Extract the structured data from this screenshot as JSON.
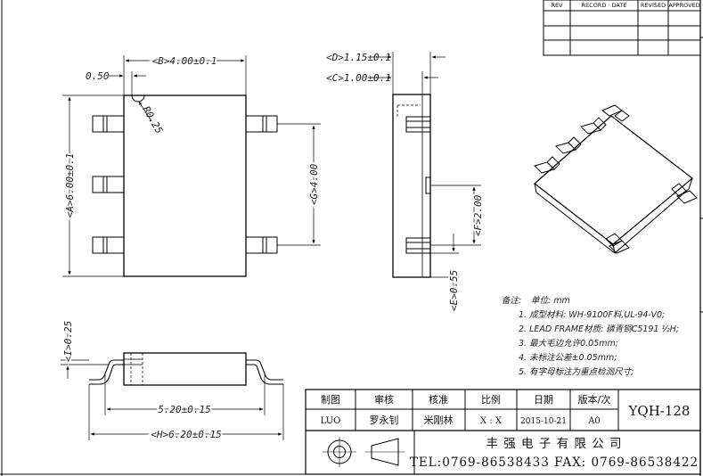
{
  "revision_table": {
    "headers": [
      "REV",
      "RECORD · DATE",
      "REVISED",
      "APPROVED"
    ]
  },
  "dimensions": {
    "width_b": "<B>4.00±0.1",
    "edge_offset": "0.50",
    "radius": "R0.25",
    "height_a": "<A>6.00±0.1",
    "pitch_g": "<G>4.00",
    "depth_d": "<D>1.15±0.1",
    "depth_c": "<C>1.00±0.1",
    "side_f": "<F>2.00",
    "side_e": "<E>0.55",
    "thick_i": "<I>0.25",
    "span_inner": "5.20±0.15",
    "span_h": "<H>6.20±0.15"
  },
  "notes": {
    "label": "备注:",
    "unit": "单位: mm",
    "items": [
      "1. 成型材料: WH-9100F料,UL-94-V0;",
      "2. LEAD  FRAME材质: 磷青铜C5191 ½H;",
      "3. 最大毛边允许0.05mm;",
      "4. 未标注公差±0.05mm;",
      "5. 有字母标注为重点检测尺寸;"
    ]
  },
  "title_block": {
    "headers": [
      "制图",
      "审核",
      "核准",
      "比例",
      "日期",
      "版本/次"
    ],
    "values": [
      "LUO",
      "罗永钊",
      "米刚林",
      "X : X",
      "2015-10-21",
      "A0"
    ],
    "part_number": "YQH-128",
    "company": "丰 强 电 子 有 限 公 司",
    "contact": "TEL:0769-86538433 FAX: 0769-86538422"
  }
}
